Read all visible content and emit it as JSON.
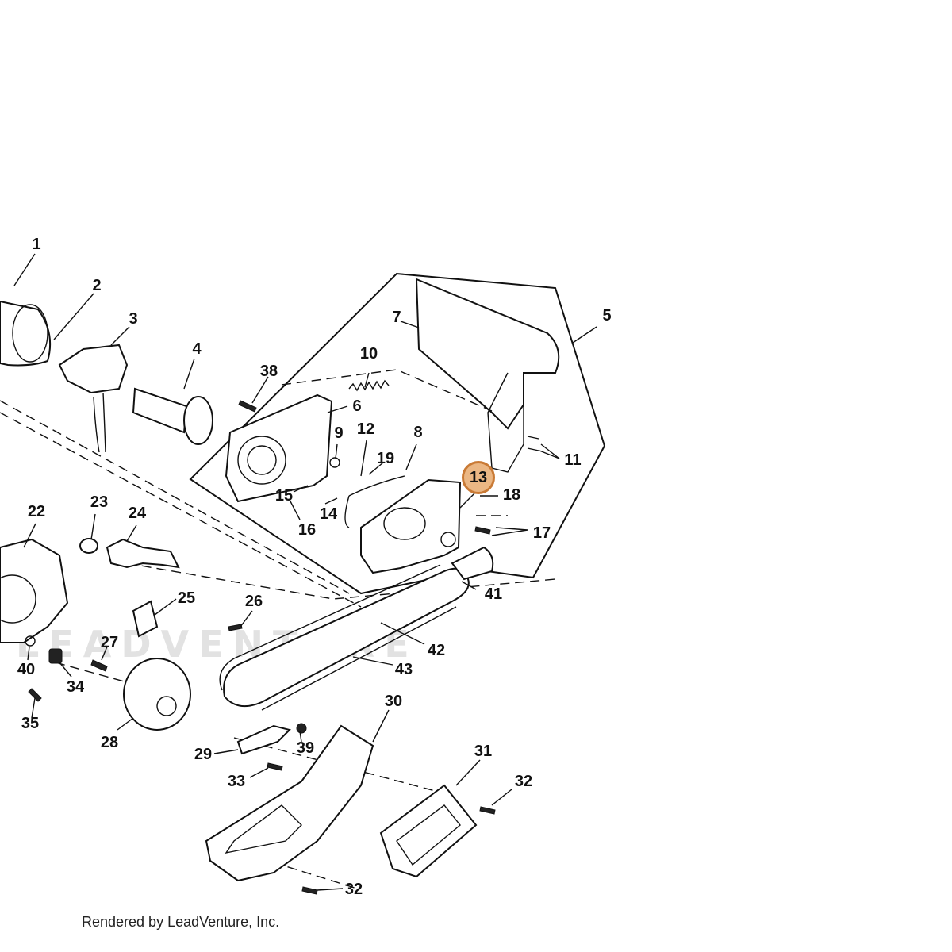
{
  "diagram": {
    "highlighted_label": "13",
    "footer": "Rendered by LeadVenture, Inc.",
    "watermark": "LEADVENTURE",
    "labels": [
      "1",
      "2",
      "3",
      "4",
      "5",
      "6",
      "7",
      "8",
      "9",
      "10",
      "11",
      "12",
      "13",
      "14",
      "15",
      "16",
      "17",
      "18",
      "19",
      "22",
      "23",
      "24",
      "25",
      "26",
      "27",
      "28",
      "29",
      "30",
      "31",
      "32",
      "32",
      "33",
      "34",
      "35",
      "38",
      "39",
      "40",
      "41",
      "42",
      "43"
    ]
  }
}
